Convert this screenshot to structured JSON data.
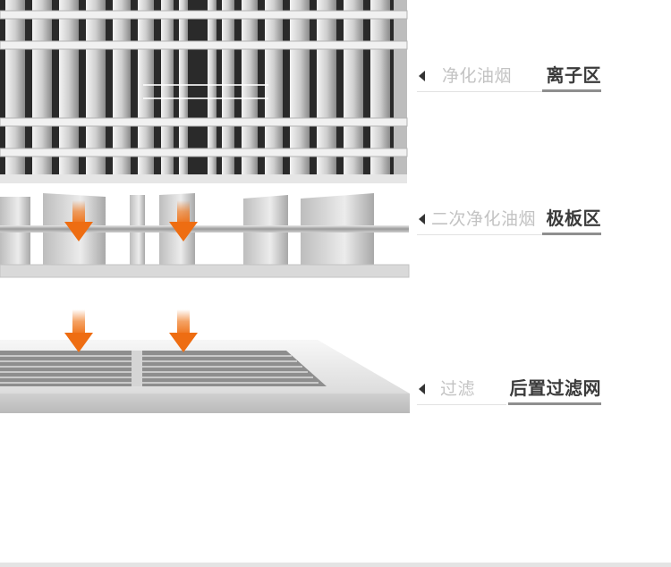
{
  "stages": [
    {
      "stage_text": "净化油烟",
      "zone_text": "离子区"
    },
    {
      "stage_text": "二次净化油烟",
      "zone_text": "极板区"
    },
    {
      "stage_text": "过滤",
      "zone_text": "后置过滤网"
    }
  ],
  "colors": {
    "arrow": "#f07a22",
    "accent_line": "#8f8f8f",
    "stage_text": "#c3c3c3",
    "zone_text": "#3b3b3b"
  }
}
